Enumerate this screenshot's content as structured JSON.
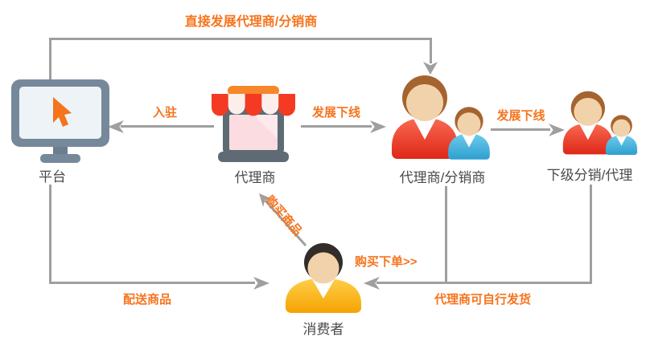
{
  "nodes": {
    "platform": {
      "label": "平台",
      "icon": "monitor-cursor-icon"
    },
    "agent": {
      "label": "代理商",
      "icon": "storefront-icon"
    },
    "agent_distributor": {
      "label": "代理商/分销商",
      "icon": "people-pair-icon"
    },
    "sub_distributor": {
      "label": "下级分销/代理",
      "icon": "people-pair-small-icon"
    },
    "consumer": {
      "label": "消费者",
      "icon": "person-icon"
    }
  },
  "arrows": {
    "direct_develop": {
      "label": "直接发展代理商/分销商",
      "from": "platform",
      "to": "agent_distributor"
    },
    "join": {
      "label": "入驻",
      "from": "agent",
      "to": "platform"
    },
    "develop_downline_1": {
      "label": "发展下线",
      "from": "agent",
      "to": "agent_distributor"
    },
    "develop_downline_2": {
      "label": "发展下线",
      "from": "agent_distributor",
      "to": "sub_distributor"
    },
    "buy_goods": {
      "label": "购买商品",
      "from": "consumer",
      "to": "agent"
    },
    "place_order": {
      "label": "购买下单>>",
      "from": "consumer",
      "to": "agent_distributor"
    },
    "deliver_goods": {
      "label": "配送商品",
      "from": "platform",
      "to": "consumer"
    },
    "agent_self_ship": {
      "label": "代理商可自行发货",
      "from": "agent_distributor",
      "to": "consumer"
    }
  },
  "colors": {
    "line": "#9f9f9f",
    "arrow_label": "#f6741d",
    "node_label": "#4a4a4a",
    "background": "#ffffff"
  }
}
